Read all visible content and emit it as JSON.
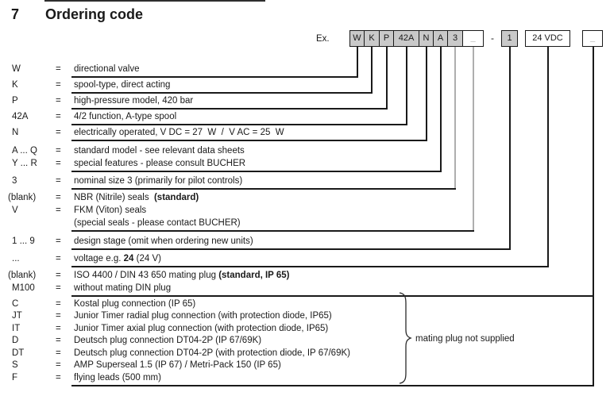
{
  "page": {
    "section_number": "7",
    "title": "Ordering code",
    "colors": {
      "text": "#1a1a1a",
      "box_gray": "#c9c9c9",
      "line_gray": "#aeaeae",
      "muted": "#8f8f8f"
    }
  },
  "example": {
    "label": "Ex.",
    "boxes": [
      {
        "label": "W",
        "style": "gray"
      },
      {
        "label": "K",
        "style": "gray"
      },
      {
        "label": "P",
        "style": "gray"
      },
      {
        "label": "42A",
        "style": "gray"
      },
      {
        "label": "N",
        "style": "gray"
      },
      {
        "label": "A",
        "style": "gray"
      },
      {
        "label": "3",
        "style": "gray"
      },
      {
        "label": "_",
        "style": "white-muted"
      },
      {
        "label": "-",
        "style": "separator"
      },
      {
        "label": "1",
        "style": "gray"
      },
      {
        "label": "24 VDC",
        "style": "white"
      },
      {
        "label": "_",
        "style": "white-muted"
      }
    ]
  },
  "rows": [
    {
      "code": "W",
      "eq": "=",
      "desc": [
        {
          "t": "directional valve"
        }
      ]
    },
    {
      "code": "K",
      "eq": "=",
      "desc": [
        {
          "t": "spool-type, direct acting"
        }
      ]
    },
    {
      "code": "P",
      "eq": "=",
      "desc": [
        {
          "t": "high-pressure model, 420 bar"
        }
      ]
    },
    {
      "code": "42A",
      "eq": "=",
      "desc": [
        {
          "t": "4/2 function, A-type spool"
        }
      ]
    },
    {
      "code": "N",
      "eq": "=",
      "desc": [
        {
          "t": "electrically operated, V DC = 27  W  /  V AC = 25  W"
        }
      ]
    },
    {
      "code": "A ... Q",
      "eq": "=",
      "desc": [
        {
          "t": "standard model - see relevant data sheets"
        }
      ]
    },
    {
      "code": "Y ... R",
      "eq": "=",
      "desc": [
        {
          "t": "special features - please consult BUCHER"
        }
      ]
    },
    {
      "code": "3",
      "eq": "=",
      "desc": [
        {
          "t": "nominal size 3 (primarily for pilot controls)"
        }
      ]
    },
    {
      "code": "(blank)",
      "eq": "=",
      "desc": [
        {
          "t": "NBR (Nitrile) seals  "
        },
        {
          "t": "(standard)",
          "bold": true
        }
      ]
    },
    {
      "code": "V",
      "eq": "=",
      "desc": [
        {
          "t": "FKM (Viton) seals"
        }
      ]
    },
    {
      "code": "",
      "eq": "",
      "desc": [
        {
          "t": "(special seals - please contact BUCHER)"
        }
      ]
    },
    {
      "code": "1 ... 9",
      "eq": "=",
      "desc": [
        {
          "t": "design stage (omit when ordering new units)"
        }
      ]
    },
    {
      "code": "...",
      "eq": "=",
      "desc": [
        {
          "t": "voltage e.g. "
        },
        {
          "t": "24",
          "bold": true
        },
        {
          "t": " (24 V)"
        }
      ]
    },
    {
      "code": "(blank)",
      "eq": "=",
      "desc": [
        {
          "t": "ISO 4400 / DIN 43 650 mating plug "
        },
        {
          "t": "(standard, IP 65)",
          "bold": true
        }
      ]
    },
    {
      "code": "M100",
      "eq": "=",
      "desc": [
        {
          "t": "without mating DIN plug"
        }
      ]
    },
    {
      "code": "C",
      "eq": "=",
      "desc": [
        {
          "t": "Kostal plug connection (IP 65)"
        }
      ]
    },
    {
      "code": "JT",
      "eq": "=",
      "desc": [
        {
          "t": "Junior Timer radial plug connection (with protection diode, IP65)"
        }
      ]
    },
    {
      "code": "IT",
      "eq": "=",
      "desc": [
        {
          "t": "Junior Timer axial plug connection (with protection diode, IP65)"
        }
      ]
    },
    {
      "code": "D",
      "eq": "=",
      "desc": [
        {
          "t": "Deutsch plug connection DT04-2P (IP 67/69K)"
        }
      ]
    },
    {
      "code": "DT",
      "eq": "=",
      "desc": [
        {
          "t": "Deutsch plug connection DT04-2P (with protection diode, IP 67/69K)"
        }
      ]
    },
    {
      "code": "S",
      "eq": "=",
      "desc": [
        {
          "t": "AMP Superseal 1.5 (IP 67) / Metri-Pack 150 (IP 65)"
        }
      ]
    },
    {
      "code": "F",
      "eq": "=",
      "desc": [
        {
          "t": "flying leads (500 mm)"
        }
      ]
    }
  ],
  "note": {
    "label": "mating plug not supplied"
  }
}
